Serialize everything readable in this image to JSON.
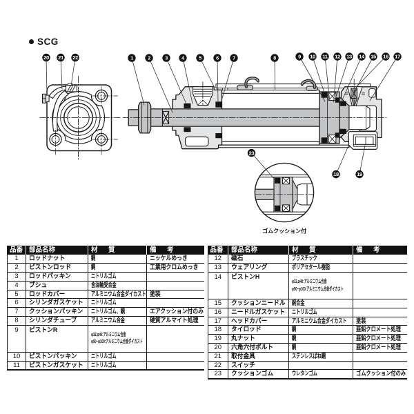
{
  "colors": {
    "page_bg": "#ffffff",
    "line": "#1a1a1a",
    "part_gray": "#c4c5c7",
    "body_gray": "#e3e4e6",
    "seal_black": "#151515",
    "header_bg": "#111111",
    "header_text": "#ffffff"
  },
  "brand": {
    "bullet": "●",
    "label": "SCG"
  },
  "diagram": {
    "callouts": [
      {
        "label": "1"
      },
      {
        "label": "2"
      },
      {
        "label": "3"
      },
      {
        "label": "4"
      },
      {
        "label": "5"
      },
      {
        "label": "6"
      },
      {
        "label": "7"
      },
      {
        "label": "8"
      },
      {
        "label": "9"
      },
      {
        "label": "10"
      },
      {
        "label": "11"
      },
      {
        "label": "12"
      },
      {
        "label": "13"
      },
      {
        "label": "14"
      },
      {
        "label": "15"
      },
      {
        "label": "16"
      },
      {
        "label": "17"
      },
      {
        "label": "18"
      },
      {
        "label": "19"
      },
      {
        "label": "20"
      },
      {
        "label": "21"
      },
      {
        "label": "22"
      },
      {
        "label": "23"
      }
    ],
    "detail_caption": "ゴムクッション付"
  },
  "parts_table_left": {
    "headers": [
      "品番",
      "部品名称",
      "材　質",
      "備　考"
    ],
    "rows": [
      [
        "1",
        "ロッドナット",
        "鋼",
        "ニッケルめっき"
      ],
      [
        "2",
        "ピストンロッド",
        "鋼",
        "工業用クロムめっき"
      ],
      [
        "3",
        "ロッドパッキン",
        "ニトリルゴム",
        ""
      ],
      [
        "4",
        "ブシュ",
        "含油軸受合金",
        ""
      ],
      [
        "5",
        "ロッドカバー",
        "アルミニウム合金ダイカスト",
        "塗装"
      ],
      [
        "6",
        "シリンダガスケット",
        "ニトリルゴム",
        ""
      ],
      [
        "7",
        "クッションパッキン",
        "ニトリルゴム、鋼",
        "エアクッション付のみ"
      ],
      [
        "8",
        "シリンダチューブ",
        "アルミニウム合金",
        "硬質アルマイト処理"
      ],
      [
        "9",
        "ピストンR",
        [
          "φ32,φ40:アルミニウム合金",
          "φ50~φ100:アルミニウム合金ダイカスト"
        ],
        ""
      ],
      [
        "10",
        "ピストンパッキン",
        "ニトリルゴム",
        ""
      ],
      [
        "11",
        "ピストンガスケット",
        "ニトリルゴム",
        ""
      ]
    ]
  },
  "parts_table_right": {
    "headers": [
      "品番",
      "部品名称",
      "材　質",
      "備　考"
    ],
    "rows": [
      [
        "12",
        "磁石",
        "プラスチック",
        ""
      ],
      [
        "13",
        "ウェアリング",
        "ポリアセタール樹脂",
        ""
      ],
      [
        "14",
        "ピストンH",
        [
          "φ32,φ40:アルミニウム合金",
          "φ50~φ100:アルミニウム合金ダイカスト"
        ],
        ""
      ],
      [
        "15",
        "クッションニードル",
        "銅合金",
        ""
      ],
      [
        "16",
        "ニードルガスケット",
        "ニトリルゴム",
        ""
      ],
      [
        "17",
        "ヘッドカバー",
        "アルミニウム合金ダイカスト",
        "塗装"
      ],
      [
        "18",
        "タイロッド",
        "鋼",
        "亜鉛クロメート処理"
      ],
      [
        "19",
        "丸ナット",
        "鋼",
        "亜鉛クロメート処理"
      ],
      [
        "20",
        "六角穴付ボルト",
        "鋼",
        "亜鉛クロメート処理"
      ],
      [
        "21",
        "取付金具",
        "ステンレスばね鋼",
        ""
      ],
      [
        "22",
        "スイッチ",
        "",
        ""
      ],
      [
        "23",
        "クッションゴム",
        "ウレタンゴム",
        "ゴムクッション付のみ"
      ]
    ]
  }
}
